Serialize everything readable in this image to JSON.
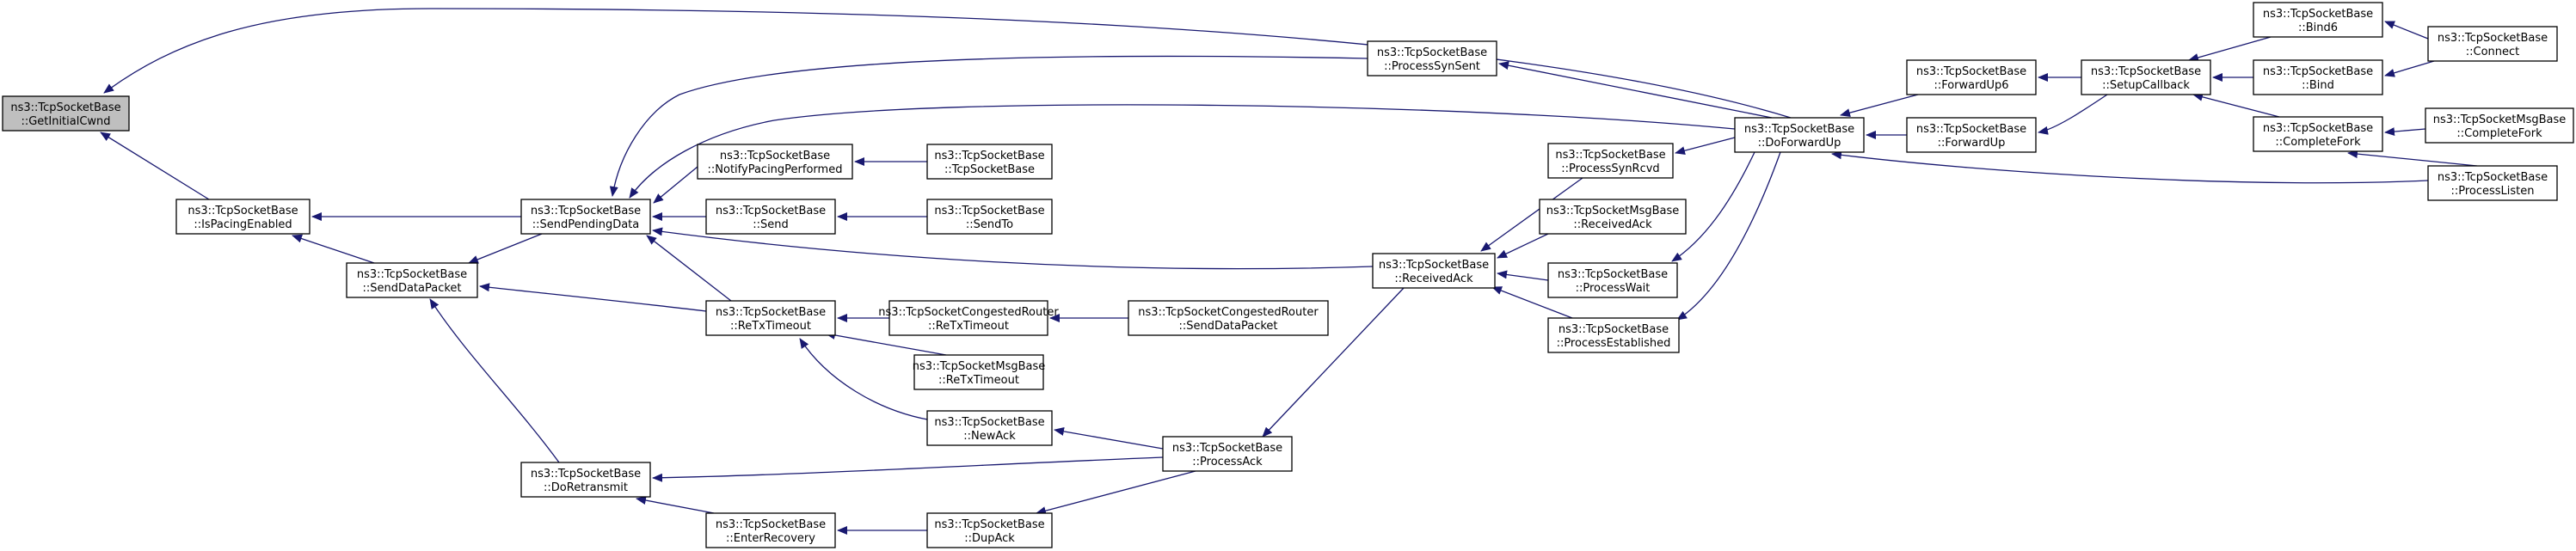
{
  "diagram": {
    "highlight_node": "getinitialcwnd",
    "edge_color": "#191970",
    "highlight_fill": "#bfbfbf",
    "nodes": [
      {
        "id": "getinitialcwnd",
        "line1": "ns3::TcpSocketBase",
        "line2": "::GetInitialCwnd"
      },
      {
        "id": "ispacingenabled",
        "line1": "ns3::TcpSocketBase",
        "line2": "::IsPacingEnabled"
      },
      {
        "id": "senddatapacket",
        "line1": "ns3::TcpSocketBase",
        "line2": "::SendDataPacket"
      },
      {
        "id": "sendpendingdata",
        "line1": "ns3::TcpSocketBase",
        "line2": "::SendPendingData"
      },
      {
        "id": "doretransmit",
        "line1": "ns3::TcpSocketBase",
        "line2": "::DoRetransmit"
      },
      {
        "id": "notifypacing",
        "line1": "ns3::TcpSocketBase",
        "line2": "::NotifyPacingPerformed"
      },
      {
        "id": "send",
        "line1": "ns3::TcpSocketBase",
        "line2": "::Send"
      },
      {
        "id": "retxtimeout",
        "line1": "ns3::TcpSocketBase",
        "line2": "::ReTxTimeout"
      },
      {
        "id": "enterrecovery",
        "line1": "ns3::TcpSocketBase",
        "line2": "::EnterRecovery"
      },
      {
        "id": "tcpsocketbase",
        "line1": "ns3::TcpSocketBase",
        "line2": "::TcpSocketBase"
      },
      {
        "id": "sendto",
        "line1": "ns3::TcpSocketBase",
        "line2": "::SendTo"
      },
      {
        "id": "cr_retxtimeout",
        "line1": "ns3::TcpSocketCongestedRouter",
        "line2": "::ReTxTimeout"
      },
      {
        "id": "msg_retxtimeout",
        "line1": "ns3::TcpSocketMsgBase",
        "line2": "::ReTxTimeout"
      },
      {
        "id": "newack",
        "line1": "ns3::TcpSocketBase",
        "line2": "::NewAck"
      },
      {
        "id": "dupack",
        "line1": "ns3::TcpSocketBase",
        "line2": "::DupAck"
      },
      {
        "id": "cr_senddatapacket",
        "line1": "ns3::TcpSocketCongestedRouter",
        "line2": "::SendDataPacket"
      },
      {
        "id": "processack",
        "line1": "ns3::TcpSocketBase",
        "line2": "::ProcessAck"
      },
      {
        "id": "processsynsent",
        "line1": "ns3::TcpSocketBase",
        "line2": "::ProcessSynSent"
      },
      {
        "id": "receivedack",
        "line1": "ns3::TcpSocketBase",
        "line2": "::ReceivedAck"
      },
      {
        "id": "processsynrcvd",
        "line1": "ns3::TcpSocketBase",
        "line2": "::ProcessSynRcvd"
      },
      {
        "id": "msg_receivedack",
        "line1": "ns3::TcpSocketMsgBase",
        "line2": "::ReceivedAck"
      },
      {
        "id": "processwait",
        "line1": "ns3::TcpSocketBase",
        "line2": "::ProcessWait"
      },
      {
        "id": "processestablished",
        "line1": "ns3::TcpSocketBase",
        "line2": "::ProcessEstablished"
      },
      {
        "id": "doforwardup",
        "line1": "ns3::TcpSocketBase",
        "line2": "::DoForwardUp"
      },
      {
        "id": "forwardup6",
        "line1": "ns3::TcpSocketBase",
        "line2": "::ForwardUp6"
      },
      {
        "id": "forwardup",
        "line1": "ns3::TcpSocketBase",
        "line2": "::ForwardUp"
      },
      {
        "id": "setupcallback",
        "line1": "ns3::TcpSocketBase",
        "line2": "::SetupCallback"
      },
      {
        "id": "bind6",
        "line1": "ns3::TcpSocketBase",
        "line2": "::Bind6"
      },
      {
        "id": "bind",
        "line1": "ns3::TcpSocketBase",
        "line2": "::Bind"
      },
      {
        "id": "completefork",
        "line1": "ns3::TcpSocketBase",
        "line2": "::CompleteFork"
      },
      {
        "id": "connect",
        "line1": "ns3::TcpSocketBase",
        "line2": "::Connect"
      },
      {
        "id": "msg_completefork",
        "line1": "ns3::TcpSocketMsgBase",
        "line2": "::CompleteFork"
      },
      {
        "id": "processlisten",
        "line1": "ns3::TcpSocketBase",
        "line2": "::ProcessListen"
      }
    ],
    "edges": [
      [
        "ispacingenabled",
        "getinitialcwnd"
      ],
      [
        "doforwardup",
        "getinitialcwnd"
      ],
      [
        "sendpendingdata",
        "ispacingenabled"
      ],
      [
        "senddatapacket",
        "ispacingenabled"
      ],
      [
        "sendpendingdata",
        "senddatapacket"
      ],
      [
        "retxtimeout",
        "senddatapacket"
      ],
      [
        "doretransmit",
        "senddatapacket"
      ],
      [
        "notifypacing",
        "sendpendingdata"
      ],
      [
        "send",
        "sendpendingdata"
      ],
      [
        "retxtimeout",
        "sendpendingdata"
      ],
      [
        "processsynsent",
        "sendpendingdata"
      ],
      [
        "doforwardup",
        "sendpendingdata"
      ],
      [
        "receivedack",
        "sendpendingdata"
      ],
      [
        "tcpsocketbase",
        "notifypacing"
      ],
      [
        "sendto",
        "send"
      ],
      [
        "cr_retxtimeout",
        "retxtimeout"
      ],
      [
        "msg_retxtimeout",
        "retxtimeout"
      ],
      [
        "newack",
        "retxtimeout"
      ],
      [
        "cr_senddatapacket",
        "cr_retxtimeout"
      ],
      [
        "processack",
        "newack"
      ],
      [
        "processack",
        "doretransmit"
      ],
      [
        "enterrecovery",
        "doretransmit"
      ],
      [
        "dupack",
        "enterrecovery"
      ],
      [
        "processack",
        "dupack"
      ],
      [
        "receivedack",
        "processack"
      ],
      [
        "processsynrcvd",
        "receivedack"
      ],
      [
        "msg_receivedack",
        "receivedack"
      ],
      [
        "processwait",
        "receivedack"
      ],
      [
        "processestablished",
        "receivedack"
      ],
      [
        "doforwardup",
        "processsynsent"
      ],
      [
        "doforwardup",
        "processsynrcvd"
      ],
      [
        "doforwardup",
        "processwait"
      ],
      [
        "doforwardup",
        "processestablished"
      ],
      [
        "forwardup6",
        "doforwardup"
      ],
      [
        "forwardup",
        "doforwardup"
      ],
      [
        "processlisten",
        "doforwardup"
      ],
      [
        "setupcallback",
        "forwardup6"
      ],
      [
        "setupcallback",
        "forwardup"
      ],
      [
        "bind6",
        "setupcallback"
      ],
      [
        "bind",
        "setupcallback"
      ],
      [
        "completefork",
        "setupcallback"
      ],
      [
        "connect",
        "bind6"
      ],
      [
        "connect",
        "bind"
      ],
      [
        "msg_completefork",
        "completefork"
      ],
      [
        "processlisten",
        "completefork"
      ]
    ]
  }
}
